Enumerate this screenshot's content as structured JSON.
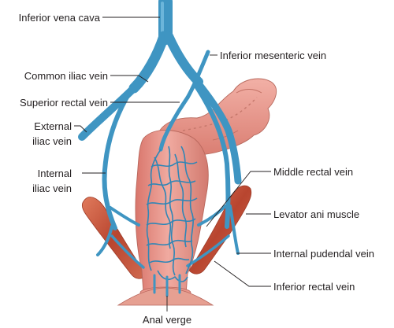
{
  "labels": {
    "inferior_vena_cava": "Inferior vena cava",
    "common_iliac_vein": "Common iliac vein",
    "superior_rectal_vein": "Superior rectal vein",
    "external_iliac_vein_line1": "External",
    "external_iliac_vein_line2": "iliac vein",
    "internal_iliac_vein_line1": "Internal",
    "internal_iliac_vein_line2": "iliac vein",
    "inferior_mesenteric_vein": "Inferior mesenteric vein",
    "middle_rectal_vein": "Middle rectal vein",
    "levator_ani_muscle": "Levator ani muscle",
    "internal_pudendal_vein": "Internal pudendal vein",
    "inferior_rectal_vein": "Inferior rectal vein",
    "anal_verge": "Anal verge"
  },
  "colors": {
    "vein": "#3f95c2",
    "rectum": "#e8978c",
    "muscle": "#c4563e",
    "label_text": "#231f20"
  }
}
